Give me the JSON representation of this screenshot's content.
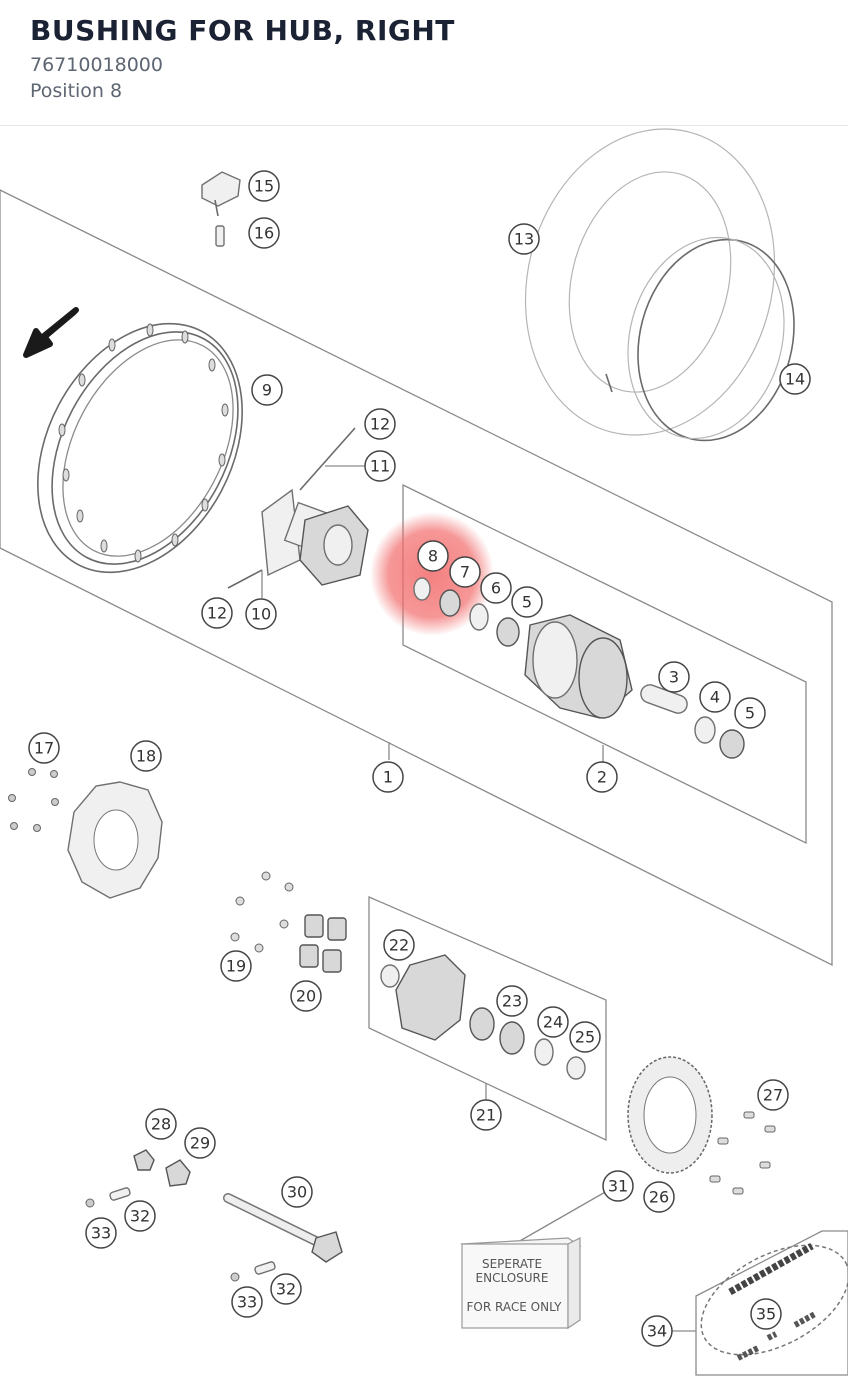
{
  "header": {
    "title": "BUSHING FOR HUB, RIGHT",
    "part_number": "76710018000",
    "position": "Position 8"
  },
  "highlight": {
    "position": "8",
    "color": "#f26a6a"
  },
  "callouts": {
    "c1": "1",
    "c2": "2",
    "c3": "3",
    "c4": "4",
    "c5a": "5",
    "c5b": "5",
    "c6": "6",
    "c7": "7",
    "c8": "8",
    "c9": "9",
    "c10": "10",
    "c11": "11",
    "c12a": "12",
    "c12b": "12",
    "c13": "13",
    "c14": "14",
    "c15": "15",
    "c16": "16",
    "c17": "17",
    "c18": "18",
    "c19": "19",
    "c20": "20",
    "c21": "21",
    "c22": "22",
    "c23": "23",
    "c24": "24",
    "c25": "25",
    "c26": "26",
    "c27": "27",
    "c28": "28",
    "c29": "29",
    "c30": "30",
    "c31": "31",
    "c32a": "32",
    "c32b": "32",
    "c33a": "33",
    "c33b": "33",
    "c34": "34",
    "c35": "35"
  },
  "enclosure_box": {
    "line1": "SEPERATE",
    "line2": "ENCLOSURE",
    "line3": "FOR RACE ONLY"
  }
}
